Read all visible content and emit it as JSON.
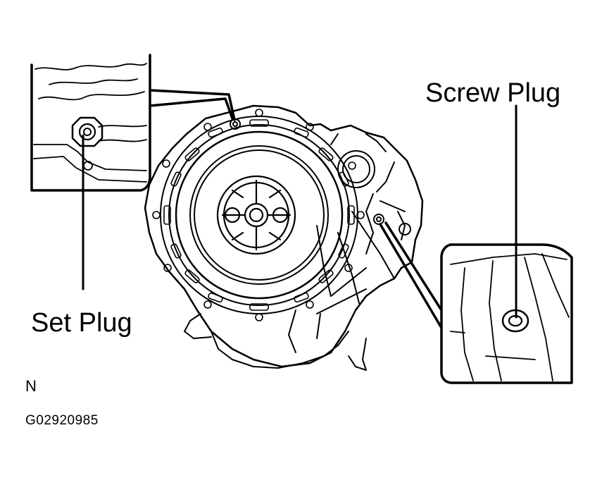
{
  "labels": {
    "screw_plug": "Screw Plug",
    "set_plug": "Set Plug",
    "direction": "N",
    "figure_code": "G02920985"
  },
  "colors": {
    "line": "#000000",
    "background": "#ffffff"
  }
}
